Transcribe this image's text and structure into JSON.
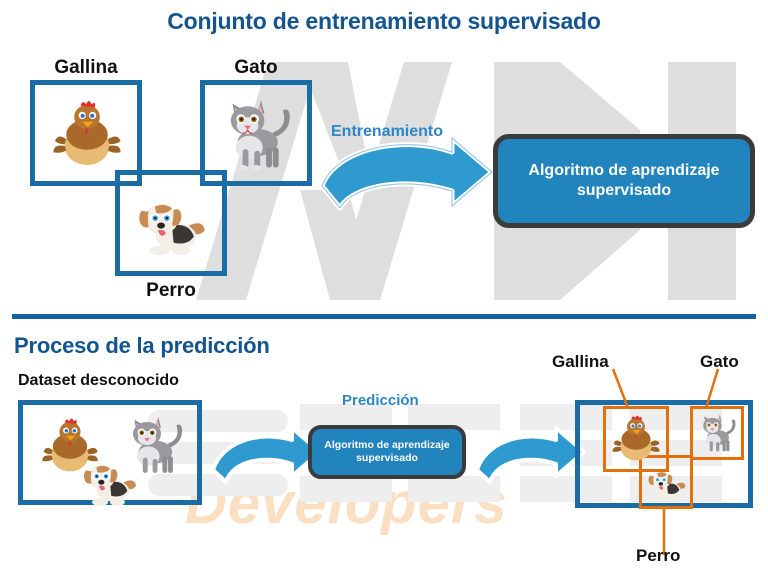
{
  "colors": {
    "heading_blue": "#15558f",
    "border_blue": "#1b6ba5",
    "divider_blue": "#14639f",
    "algo_fill": "#2284bd",
    "algo_border": "#3b3b3b",
    "arrow_blue": "#2e9ad0",
    "arrow_label_blue": "#2e87c4",
    "detection_orange": "#e2700d",
    "watermark_gray": "#dcdcdc",
    "watermark_orange": "#fbdfc2",
    "label_black": "#111111"
  },
  "watermark": {
    "developers_text": "Developers"
  },
  "training_section": {
    "title": "Conjunto de entrenamiento supervisado",
    "samples": [
      {
        "label": "Gallina",
        "animal": "chicken-illustration"
      },
      {
        "label": "Gato",
        "animal": "cat-illustration"
      },
      {
        "label": "Perro",
        "animal": "dog-illustration"
      }
    ],
    "arrow_label": "Entrenamiento",
    "algorithm_box": "Algoritmo de aprendizaje supervisado"
  },
  "prediction_section": {
    "title": "Proceso de la predicción",
    "dataset_label": "Dataset desconocido",
    "dataset_animals": [
      "chicken-illustration",
      "cat-illustration",
      "dog-illustration"
    ],
    "arrow_label": "Predicción",
    "algorithm_box": "Algoritmo de aprendizaje supervisado",
    "results": [
      {
        "label": "Gallina",
        "animal": "chicken-illustration"
      },
      {
        "label": "Gato",
        "animal": "cat-illustration"
      },
      {
        "label": "Perro",
        "animal": "dog-illustration"
      }
    ]
  }
}
